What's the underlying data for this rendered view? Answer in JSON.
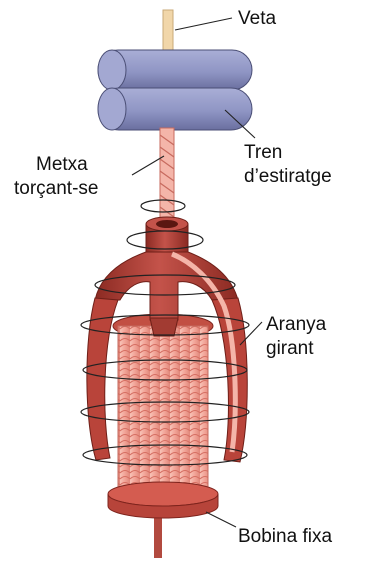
{
  "labels": {
    "sliver": "Veta",
    "rollers_line1": "Tren",
    "rollers_line2": "d’estiratge",
    "roving_line1": "Metxa",
    "roving_line2": "torçant-se",
    "flyer_line1": "Aranya",
    "flyer_line2": "girant",
    "bobbin": "Bobina fixa"
  },
  "colors": {
    "roller_fill": "#8f95c4",
    "roller_dark": "#6a6f9f",
    "flyer": "#b9443a",
    "flyer_dark": "#8b2a22",
    "bobbin_yarn": "#f1a396",
    "bobbin_flange": "#c24f43",
    "leader_line": "#222222"
  }
}
